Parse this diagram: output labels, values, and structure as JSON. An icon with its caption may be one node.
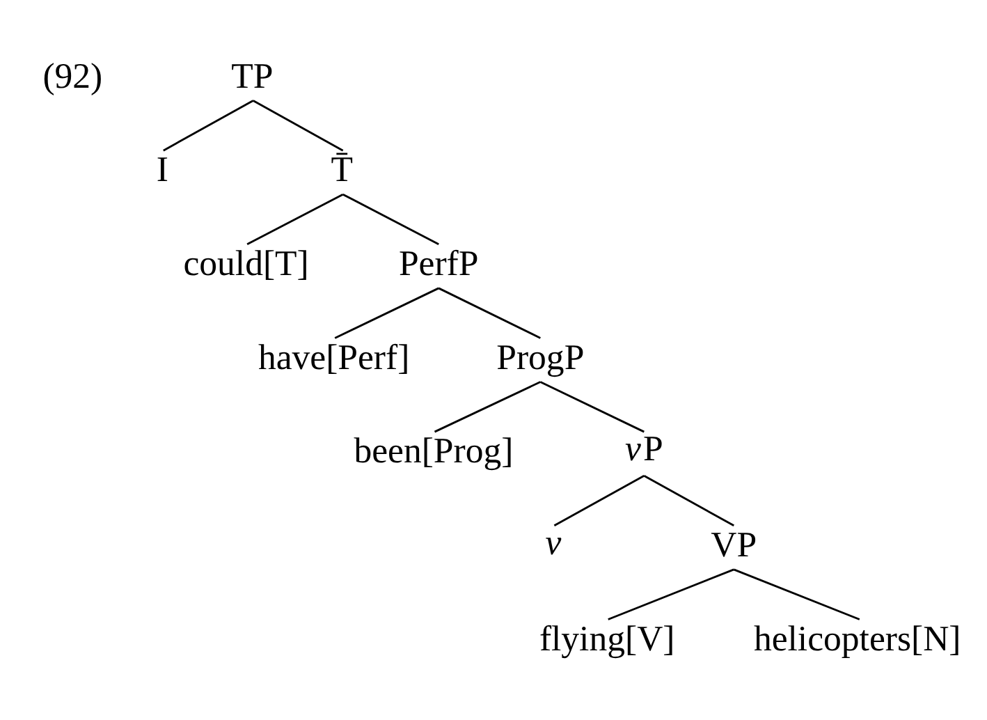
{
  "diagram": {
    "nodes": [
      {
        "text": [
          "TP"
        ]
      },
      {
        "text": [
          "I"
        ]
      },
      {
        "text": [
          "T̄"
        ]
      },
      {
        "text": [
          "could[T]"
        ]
      },
      {
        "text": [
          "PerfP"
        ]
      },
      {
        "text": [
          "have[Perf]"
        ]
      },
      {
        "text": [
          "ProgP"
        ]
      },
      {
        "text": [
          "been[Prog]"
        ]
      },
      {
        "text": [
          "vP"
        ]
      },
      {
        "text": [
          "v"
        ]
      },
      {
        "text": [
          "VP"
        ]
      },
      {
        "text": [
          "flying[V]"
        ]
      },
      {
        "text": [
          "helicopters[N]"
        ]
      }
    ],
    "edges": [
      {
        "from": 0,
        "to": 1,
        "arrow": "none"
      },
      {
        "from": 0,
        "to": 2,
        "arrow": "none"
      },
      {
        "from": 2,
        "to": 3,
        "arrow": "none"
      },
      {
        "from": 2,
        "to": 4,
        "arrow": "none"
      },
      {
        "from": 4,
        "to": 5,
        "arrow": "none"
      },
      {
        "from": 4,
        "to": 6,
        "arrow": "none"
      },
      {
        "from": 6,
        "to": 7,
        "arrow": "none"
      },
      {
        "from": 6,
        "to": 8,
        "arrow": "none"
      },
      {
        "from": 8,
        "to": 9,
        "arrow": "none"
      },
      {
        "from": 8,
        "to": 10,
        "arrow": "none"
      },
      {
        "from": 10,
        "to": 11,
        "arrow": "none"
      },
      {
        "from": 10,
        "to": 12,
        "arrow": "none"
      }
    ],
    "labels": [
      "(92)"
    ]
  }
}
